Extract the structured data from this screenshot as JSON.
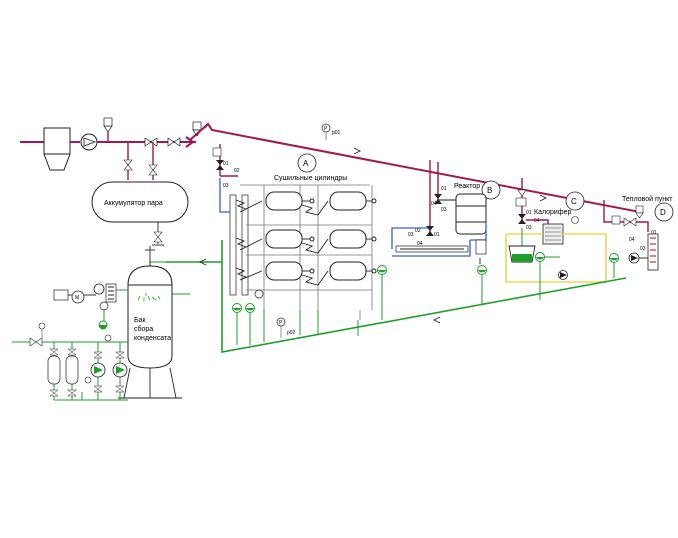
{
  "labels": {
    "section_a": "A",
    "section_b": "B",
    "section_c": "C",
    "section_d": "D",
    "drying_cylinders": "Сушильные цилиндры",
    "reactor": "Реактор",
    "heater": "Калорифер",
    "heat_point": "Тепловой пункт",
    "steam_accumulator": "Аккумулятор пара",
    "tank_line1": "Бак",
    "tank_line2": "сбора",
    "tank_line3": "конденсата",
    "sensor_p01": "p01",
    "sensor_p02": "p02",
    "pressure_symbol": "P",
    "motor_symbol": "M",
    "valve_01": "01",
    "valve_02": "02",
    "valve_03": "03",
    "valve_04": "04"
  },
  "colors": {
    "steam_line": "#a3174c",
    "condensate_line": "#1f9e2c",
    "return_water_line": "#3a5fcf",
    "air_line": "#e8d85a"
  }
}
